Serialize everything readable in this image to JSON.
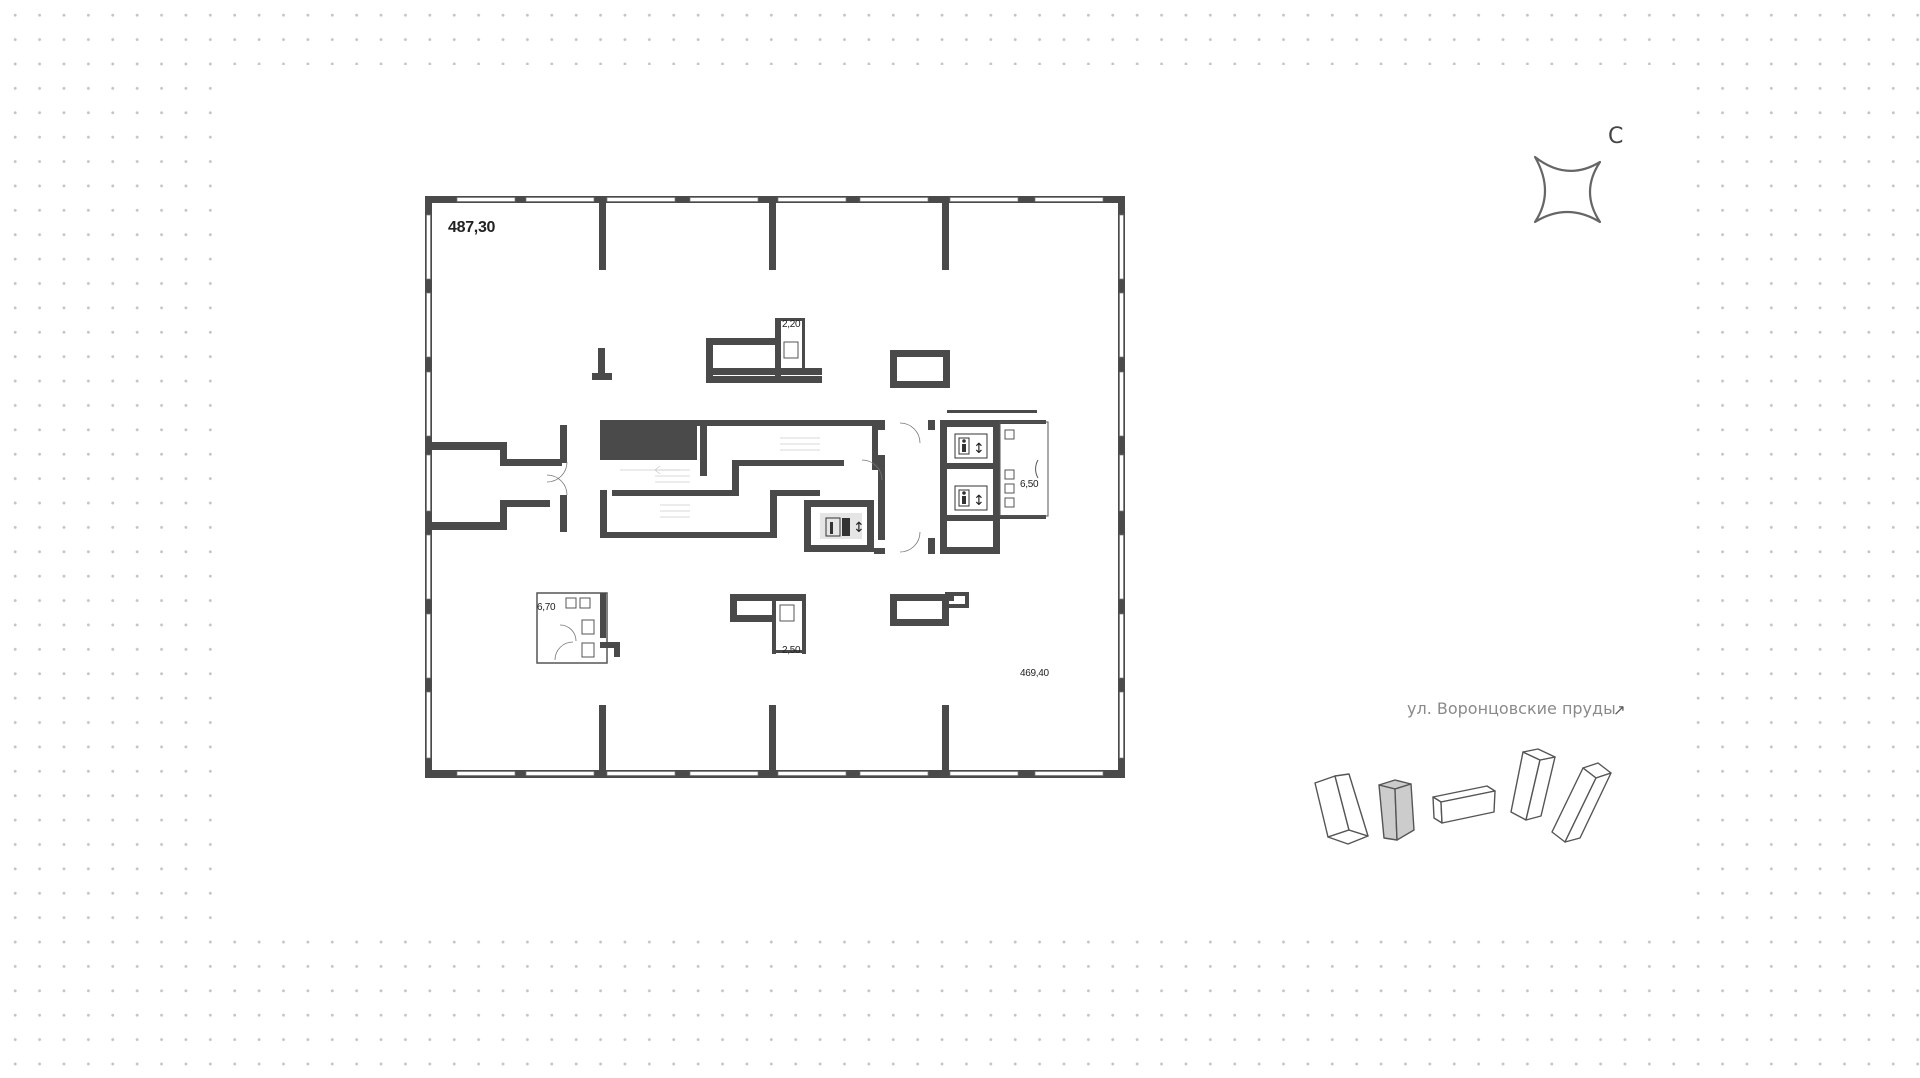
{
  "plan": {
    "area_total": "487,30",
    "area_office": "469,40",
    "wc_north": "2,20",
    "wc_south": "2,50",
    "wc_west": "6,70",
    "wc_east": "6,50"
  },
  "compass": {
    "letter": "С",
    "icon": "compass-star-icon"
  },
  "street": {
    "label": "ул. Воронцовские пруды",
    "arrow": "↗"
  },
  "site_map": {
    "icon": "building-block-icon",
    "highlight_color": "#cccccc"
  },
  "colors": {
    "wall": "#4a4a4a",
    "text": "#222222",
    "dots": "#c4c4c4"
  }
}
